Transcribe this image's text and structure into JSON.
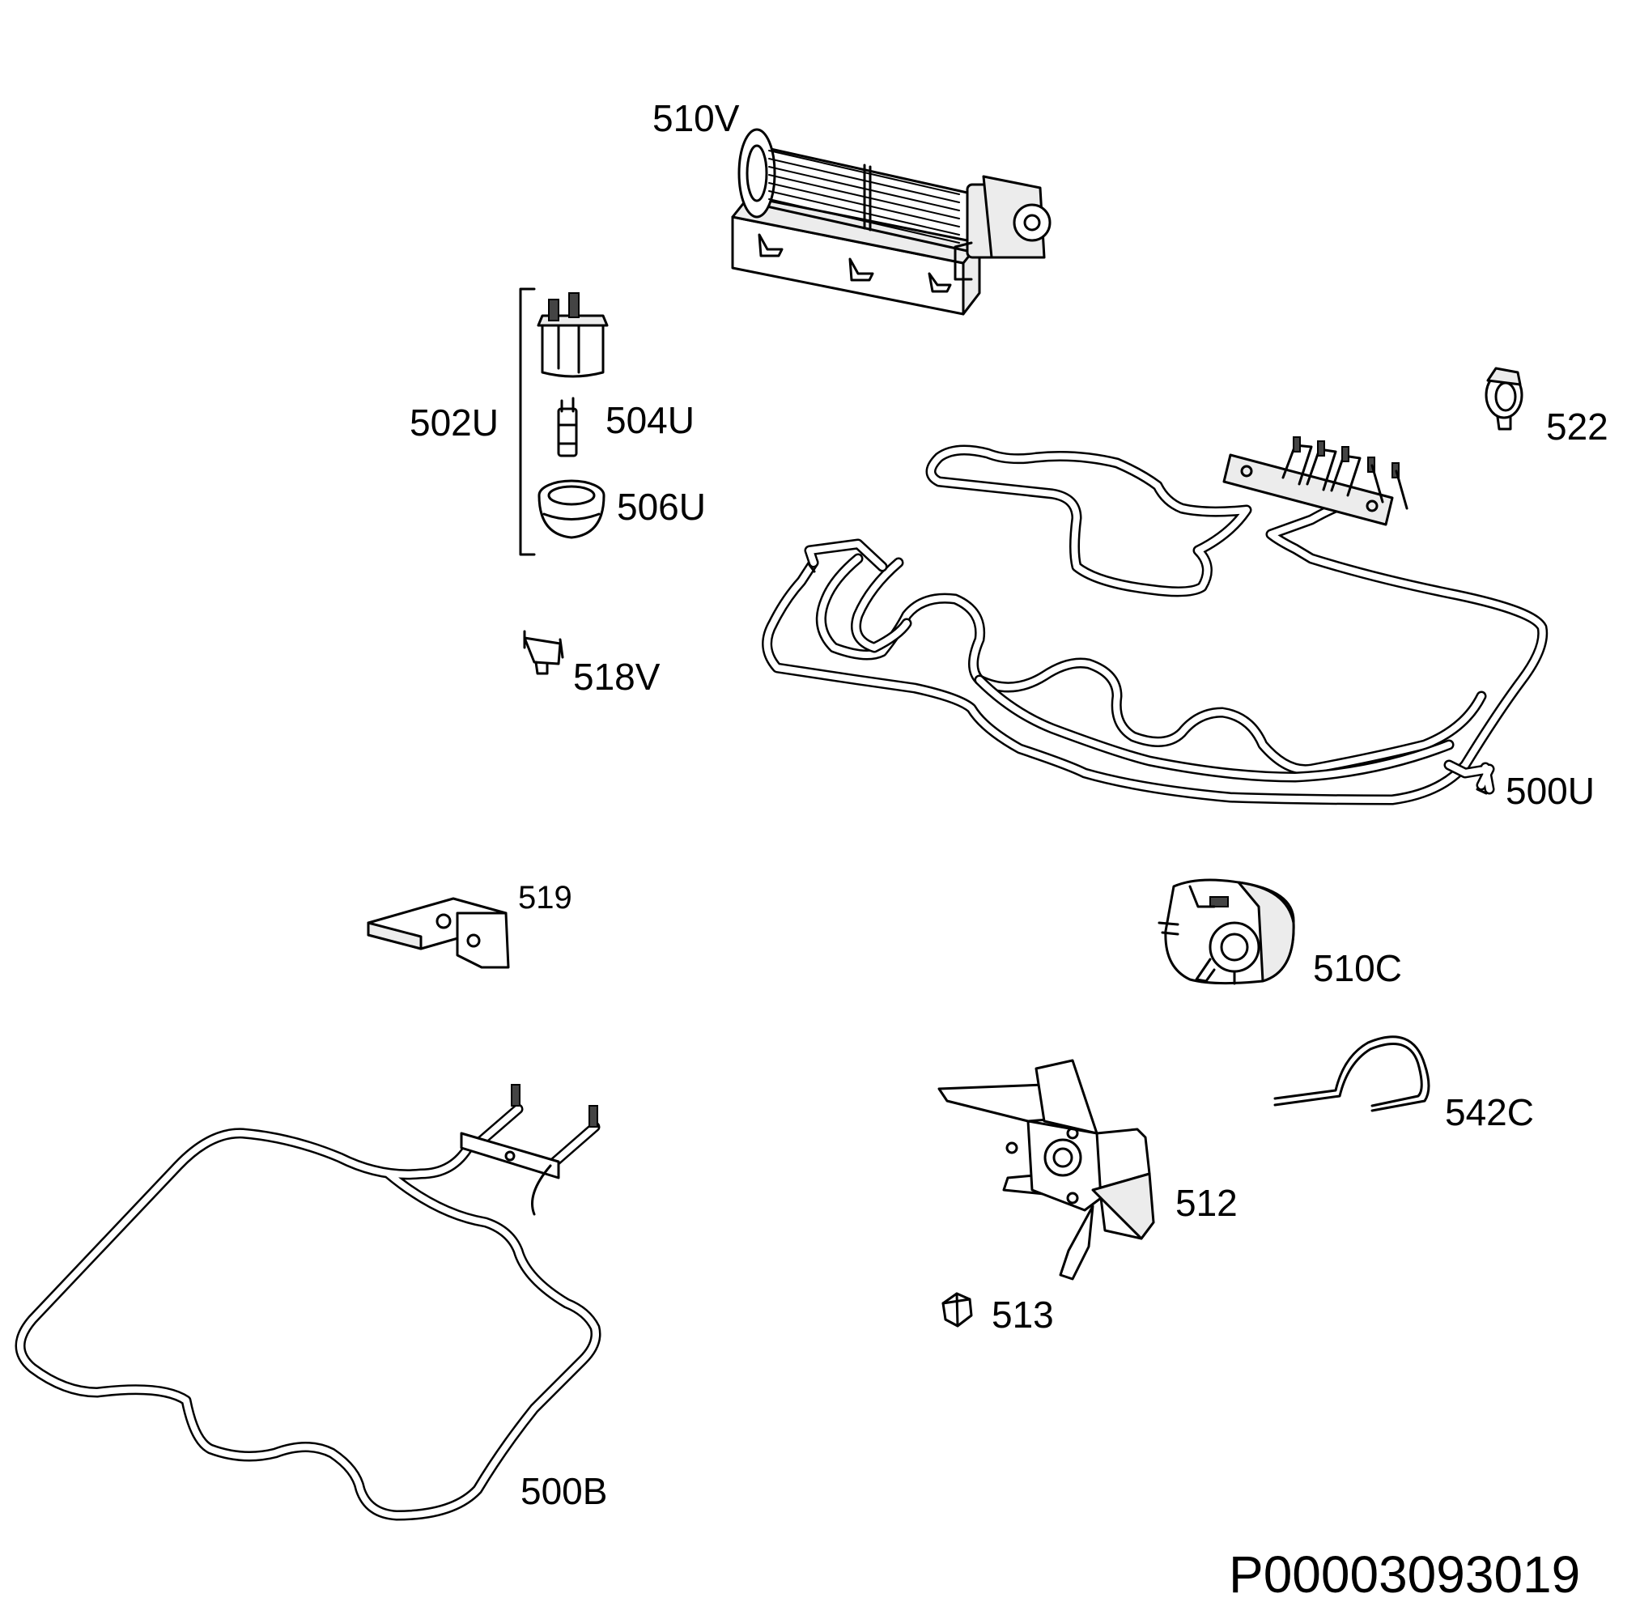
{
  "labels": {
    "p510V": "510V",
    "p502U": "502U",
    "p504U": "504U",
    "p506U": "506U",
    "p522": "522",
    "p518V": "518V",
    "p500U": "500U",
    "p519": "519",
    "p510C": "510C",
    "p542C": "542C",
    "p512": "512",
    "p513": "513",
    "p500B": "500B"
  },
  "drawing_code": "P00003093019"
}
